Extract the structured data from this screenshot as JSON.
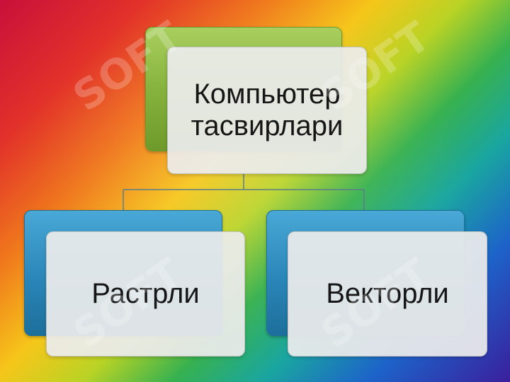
{
  "diagram": {
    "root": {
      "line1": "Компьютер",
      "line2": "тасвирлари"
    },
    "children": [
      {
        "label": "Растрли"
      },
      {
        "label": "Векторли"
      }
    ]
  },
  "watermark": {
    "text": "SOFT"
  },
  "colors": {
    "root_back": "#86b33d",
    "child_back": "#2a86b8",
    "card_fill": "#ececec",
    "connector": "#5a7d8c"
  }
}
